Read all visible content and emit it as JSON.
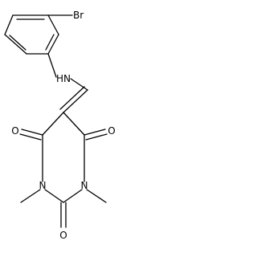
{
  "molecule": {
    "atoms": {
      "br": "Br",
      "nh": "HN",
      "o_left": "O",
      "o_right": "O",
      "o_bottom": "O",
      "n_left": "N",
      "n_right": "N"
    }
  }
}
